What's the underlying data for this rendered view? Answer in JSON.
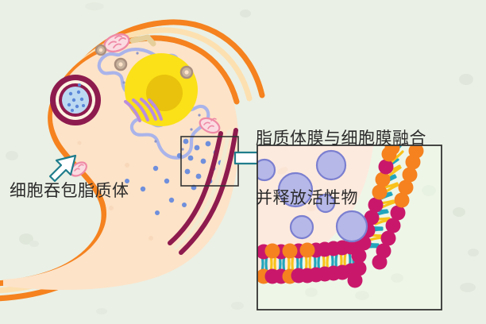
{
  "figure": {
    "kind": "biology-diagram",
    "topic": "liposome drug delivery",
    "background_color": "#eaf0e5"
  },
  "labels": {
    "engulf": "细胞吞包脂质体",
    "fusion_line1": "脂质体膜与细胞膜融合",
    "fusion_line2": "并释放活性物"
  },
  "cell": {
    "cytoplasm_color": "#fde3c8",
    "membrane_outer_color": "#f5821f",
    "membrane_mid_color": "#fde0b0",
    "membrane_inner_color": "#f5821f",
    "fusion_membrane_color": "#8e1b4e",
    "nucleus_color": "#fbe117",
    "nucleolus_color": "#e8c20c",
    "er_color": "#aab4ea",
    "golgi_color": "#b98edd",
    "mitochondria_color": "#f2a0b5",
    "vesicle_color": "#a98f7e",
    "rod_color": "#e6cf9a",
    "active_dot_color": "#6f8fdc"
  },
  "liposome": {
    "ring_color": "#8e1b4e",
    "ring_inner_color": "#fdf3e0",
    "core_color": "#bcd9f2",
    "core_dot_color": "#5a86d8"
  },
  "arrows": {
    "fill": "#ffffff",
    "stroke": "#1f7d8c",
    "engulf_direction": "up-right",
    "inset_direction": "right"
  },
  "callout_box": {
    "stroke": "#333333",
    "fill": "none"
  },
  "inset": {
    "border_color": "#333333",
    "inside_color": "#fdeade",
    "outside_color": "#eef6e8",
    "head_magenta": "#c9186b",
    "head_orange": "#f5821f",
    "tail_teal": "#21a5bd",
    "tail_yellow": "#f9c21a",
    "vesicle_fill": "#b6b8e8",
    "vesicle_stroke": "#7b7fd0"
  }
}
